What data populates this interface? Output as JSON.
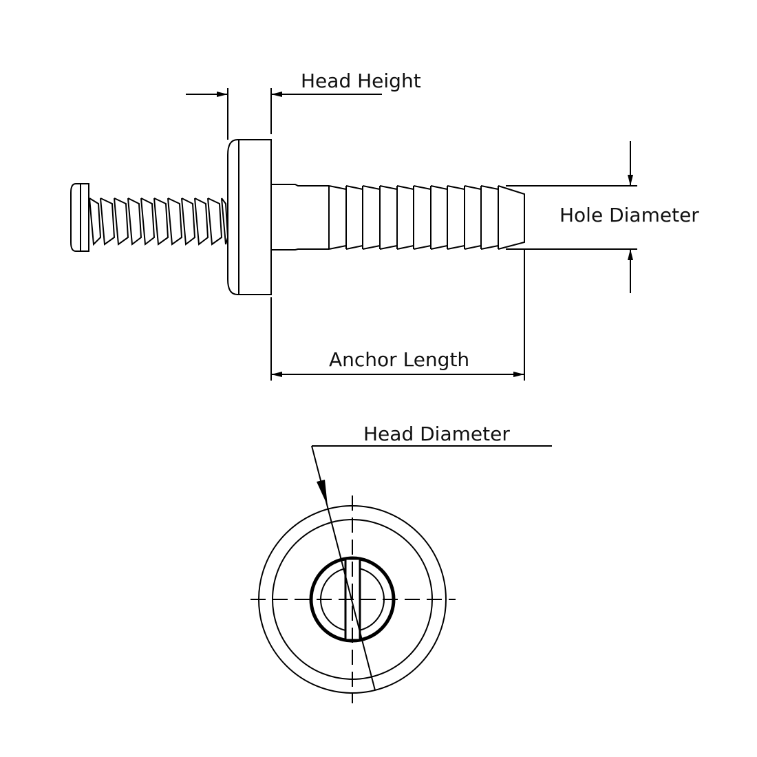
{
  "labels": {
    "head_height": "Head Height",
    "hole_diameter": "Hole Diameter",
    "anchor_length": "Anchor Length",
    "head_diameter": "Head Diameter"
  },
  "colors": {
    "line": "#000000",
    "background": "#ffffff"
  }
}
